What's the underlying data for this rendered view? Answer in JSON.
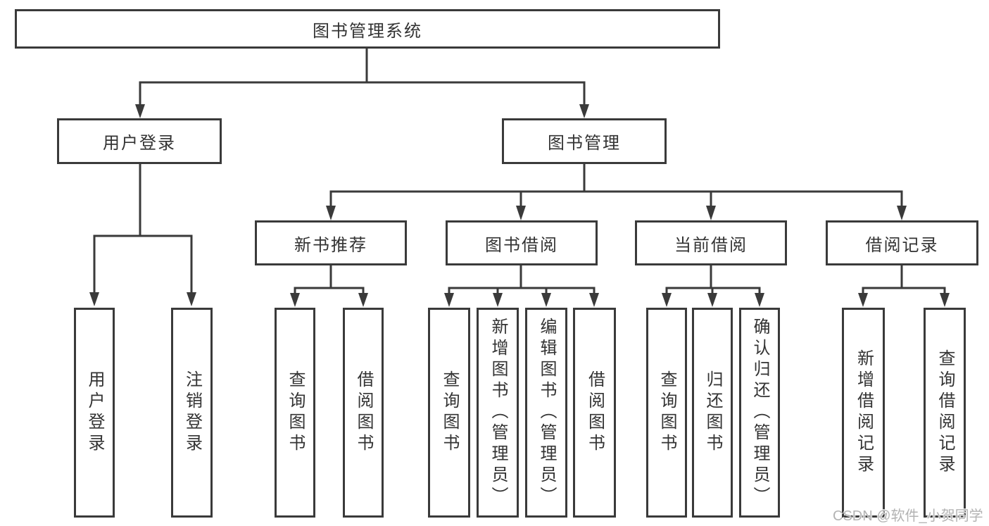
{
  "diagram": {
    "root": "图书管理系统",
    "level2": {
      "user_login": "用户登录",
      "book_mgmt": "图书管理"
    },
    "level3": {
      "new_books": "新书推荐",
      "borrowing": "图书借阅",
      "current": "当前借阅",
      "records": "借阅记录"
    },
    "leaves": {
      "login": [
        "用户登录",
        "注销登录"
      ],
      "new_books": [
        "查询图书",
        "借阅图书"
      ],
      "borrowing": [
        "查询图书",
        "新增图书（管理员）",
        "编辑图书（管理员）",
        "借阅图书"
      ],
      "current": [
        "查询图书",
        "归还图书",
        "确认归还（管理员）"
      ],
      "records": [
        "新增借阅记录",
        "查询借阅记录"
      ]
    }
  },
  "watermark": "CSDN @软件_小贺同学",
  "colors": {
    "line": "#3a3a3a",
    "text": "#333333",
    "node-bg": "#ffffff",
    "watermark": "#b3b3b3",
    "background": "#ffffff"
  }
}
